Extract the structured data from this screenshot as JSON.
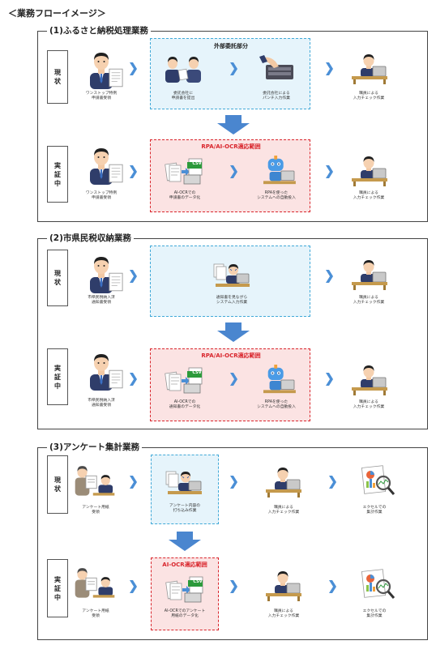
{
  "page_title": "＜業務フローイメージ＞",
  "colors": {
    "blue_region": "#e6f4fb",
    "blue_border": "#41a9d8",
    "red_region": "#fbe3e3",
    "red_border": "#d9262d",
    "chevron": "#4b8fd6",
    "down_arrow": "#4a86cf"
  },
  "sections": [
    {
      "title": "(1)ふるさと納税処理業務",
      "rows": [
        {
          "label": "現\n状",
          "box_label": "外部委託部分",
          "steps": [
            "ワンストップ特例\n申請書受領",
            "委託会社に\n申請書を提出",
            "委託会社による\nパンチ入力作業",
            "職員による\n入力チェック作業"
          ]
        },
        {
          "label": "実\n証\n中",
          "box_label": "RPA/AI-OCR適応範囲",
          "steps": [
            "ワンストップ特例\n申請書受領",
            "AI-OCRでの\n申請書のデータ化",
            "RPAを使った\nシステムへの自動投入",
            "職員による\n入力チェック作業"
          ]
        }
      ]
    },
    {
      "title": "(2)市県民税収納業務",
      "rows": [
        {
          "label": "現\n状",
          "steps": [
            "市県民税納入済\n通知書受領",
            "通知書を見ながら\nシステム入力作業",
            "職員による\n入力チェック作業"
          ]
        },
        {
          "label": "実\n証\n中",
          "box_label": "RPA/AI-OCR適応範囲",
          "steps": [
            "市県民税納入済\n通知書受領",
            "AI-OCRでの\n通知書のデータ化",
            "RPAを使った\nシステムへの自動投入",
            "職員による\n入力チェック作業"
          ]
        }
      ]
    },
    {
      "title": "(3)アンケート集計業務",
      "rows": [
        {
          "label": "現\n状",
          "steps": [
            "アンケート用紙\n受領",
            "アンケート内容の\n打ち込み作業",
            "職員による\n入力チェック作業",
            "エクセルでの\n集計作業"
          ]
        },
        {
          "label": "実\n証\n中",
          "box_label": "AI-OCR適応範囲",
          "steps": [
            "アンケート用紙\n受領",
            "AI-OCRでのアンケート\n用紙のデータ化",
            "職員による\n入力チェック作業",
            "エクセルでの\n集計作業"
          ]
        }
      ]
    }
  ],
  "icon_text": {
    "csv": "CSV"
  }
}
